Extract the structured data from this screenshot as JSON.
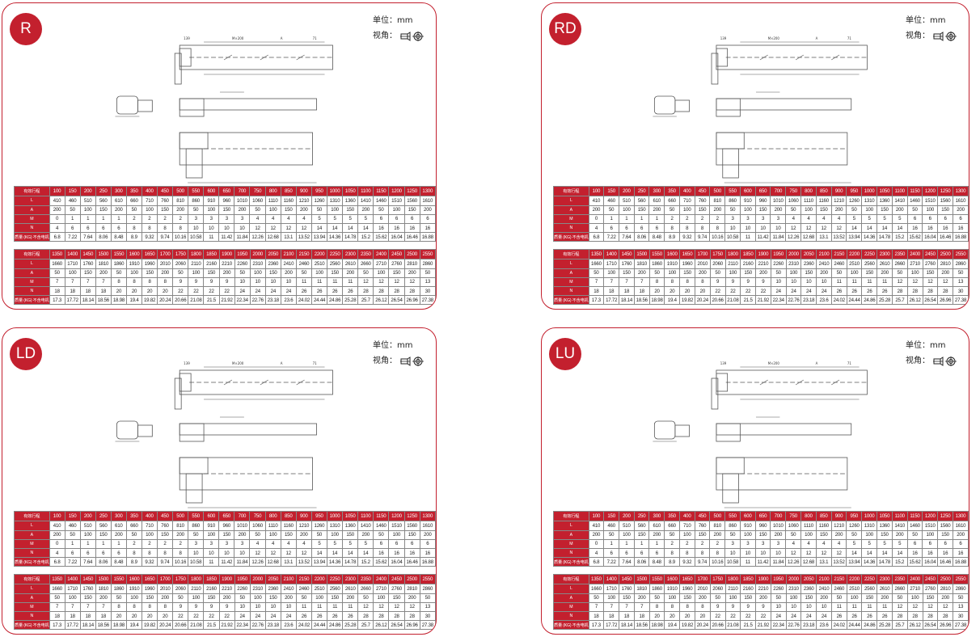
{
  "unit_label": "单位：mm",
  "view_label": "视角：",
  "panels": [
    {
      "badge": "R",
      "c1": "139",
      "c2": "M×200",
      "c3": "A",
      "c4": "71"
    },
    {
      "badge": "RD",
      "c1": "139",
      "c2": "M×200",
      "c3": "A",
      "c4": "71"
    },
    {
      "badge": "LD",
      "c1": "139",
      "c2": "M×200",
      "c3": "A",
      "c4": "71"
    },
    {
      "badge": "LU",
      "c1": "139",
      "c2": "M×200",
      "c3": "A",
      "c4": "71"
    }
  ],
  "table": {
    "row_labels": [
      "L",
      "A",
      "M",
      "N",
      "质量 (KG) 不含电机"
    ],
    "part1": {
      "header_label": "有效行程",
      "strokes": [
        "100",
        "150",
        "200",
        "250",
        "300",
        "350",
        "400",
        "450",
        "500",
        "550",
        "600",
        "650",
        "700",
        "750",
        "800",
        "850",
        "900",
        "950",
        "1000",
        "1050",
        "1100",
        "1150",
        "1200",
        "1250",
        "1300"
      ],
      "L": [
        "410",
        "460",
        "510",
        "560",
        "610",
        "660",
        "710",
        "760",
        "810",
        "860",
        "910",
        "960",
        "1010",
        "1060",
        "1110",
        "1160",
        "1210",
        "1260",
        "1310",
        "1360",
        "1410",
        "1460",
        "1510",
        "1560",
        "1610"
      ],
      "A": [
        "200",
        "50",
        "100",
        "150",
        "200",
        "50",
        "100",
        "150",
        "200",
        "50",
        "100",
        "150",
        "200",
        "50",
        "100",
        "150",
        "200",
        "50",
        "100",
        "150",
        "200",
        "50",
        "100",
        "150",
        "200"
      ],
      "M": [
        "0",
        "1",
        "1",
        "1",
        "1",
        "2",
        "2",
        "2",
        "2",
        "3",
        "3",
        "3",
        "3",
        "4",
        "4",
        "4",
        "4",
        "5",
        "5",
        "5",
        "5",
        "6",
        "6",
        "6",
        "6"
      ],
      "N": [
        "4",
        "6",
        "6",
        "6",
        "6",
        "8",
        "8",
        "8",
        "8",
        "10",
        "10",
        "10",
        "10",
        "12",
        "12",
        "12",
        "12",
        "14",
        "14",
        "14",
        "14",
        "16",
        "16",
        "16",
        "16"
      ],
      "W": [
        "6.8",
        "7.22",
        "7.64",
        "8.06",
        "8.48",
        "8.9",
        "9.32",
        "9.74",
        "10.16",
        "10.58",
        "11",
        "11.42",
        "11.84",
        "12.26",
        "12.68",
        "13.1",
        "13.52",
        "13.94",
        "14.36",
        "14.78",
        "15.2",
        "15.62",
        "16.04",
        "16.46",
        "16.88"
      ]
    },
    "part2": {
      "header_label": "有效行程",
      "strokes": [
        "1350",
        "1400",
        "1450",
        "1500",
        "1550",
        "1600",
        "1650",
        "1700",
        "1750",
        "1800",
        "1850",
        "1900",
        "1950",
        "2000",
        "2050",
        "2100",
        "2150",
        "2200",
        "2250",
        "2300",
        "2350",
        "2400",
        "2450",
        "2500",
        "2550"
      ],
      "L": [
        "1660",
        "1710",
        "1760",
        "1810",
        "1860",
        "1910",
        "1960",
        "2010",
        "2060",
        "2110",
        "2160",
        "2210",
        "2260",
        "2310",
        "2360",
        "2410",
        "2460",
        "2510",
        "2560",
        "2610",
        "2660",
        "2710",
        "2760",
        "2810",
        "2860"
      ],
      "A": [
        "50",
        "100",
        "150",
        "200",
        "50",
        "100",
        "150",
        "200",
        "50",
        "100",
        "150",
        "200",
        "50",
        "100",
        "150",
        "200",
        "50",
        "100",
        "150",
        "200",
        "50",
        "100",
        "150",
        "200",
        "50"
      ],
      "M": [
        "7",
        "7",
        "7",
        "7",
        "8",
        "8",
        "8",
        "8",
        "9",
        "9",
        "9",
        "9",
        "10",
        "10",
        "10",
        "10",
        "11",
        "11",
        "11",
        "11",
        "12",
        "12",
        "12",
        "12",
        "13"
      ],
      "N": [
        "18",
        "18",
        "18",
        "18",
        "20",
        "20",
        "20",
        "20",
        "22",
        "22",
        "22",
        "22",
        "24",
        "24",
        "24",
        "24",
        "26",
        "26",
        "26",
        "26",
        "28",
        "28",
        "28",
        "28",
        "30"
      ],
      "W": [
        "17.3",
        "17.72",
        "18.14",
        "18.56",
        "18.98",
        "19.4",
        "19.82",
        "20.24",
        "20.66",
        "21.08",
        "21.5",
        "21.92",
        "22.34",
        "22.76",
        "23.18",
        "23.6",
        "24.02",
        "24.44",
        "24.86",
        "25.28",
        "25.7",
        "26.12",
        "26.54",
        "26.96",
        "27.38"
      ]
    }
  },
  "colors": {
    "accent": "#c3202e",
    "line": "#555555"
  },
  "icons": [
    "view-angle-icon"
  ]
}
